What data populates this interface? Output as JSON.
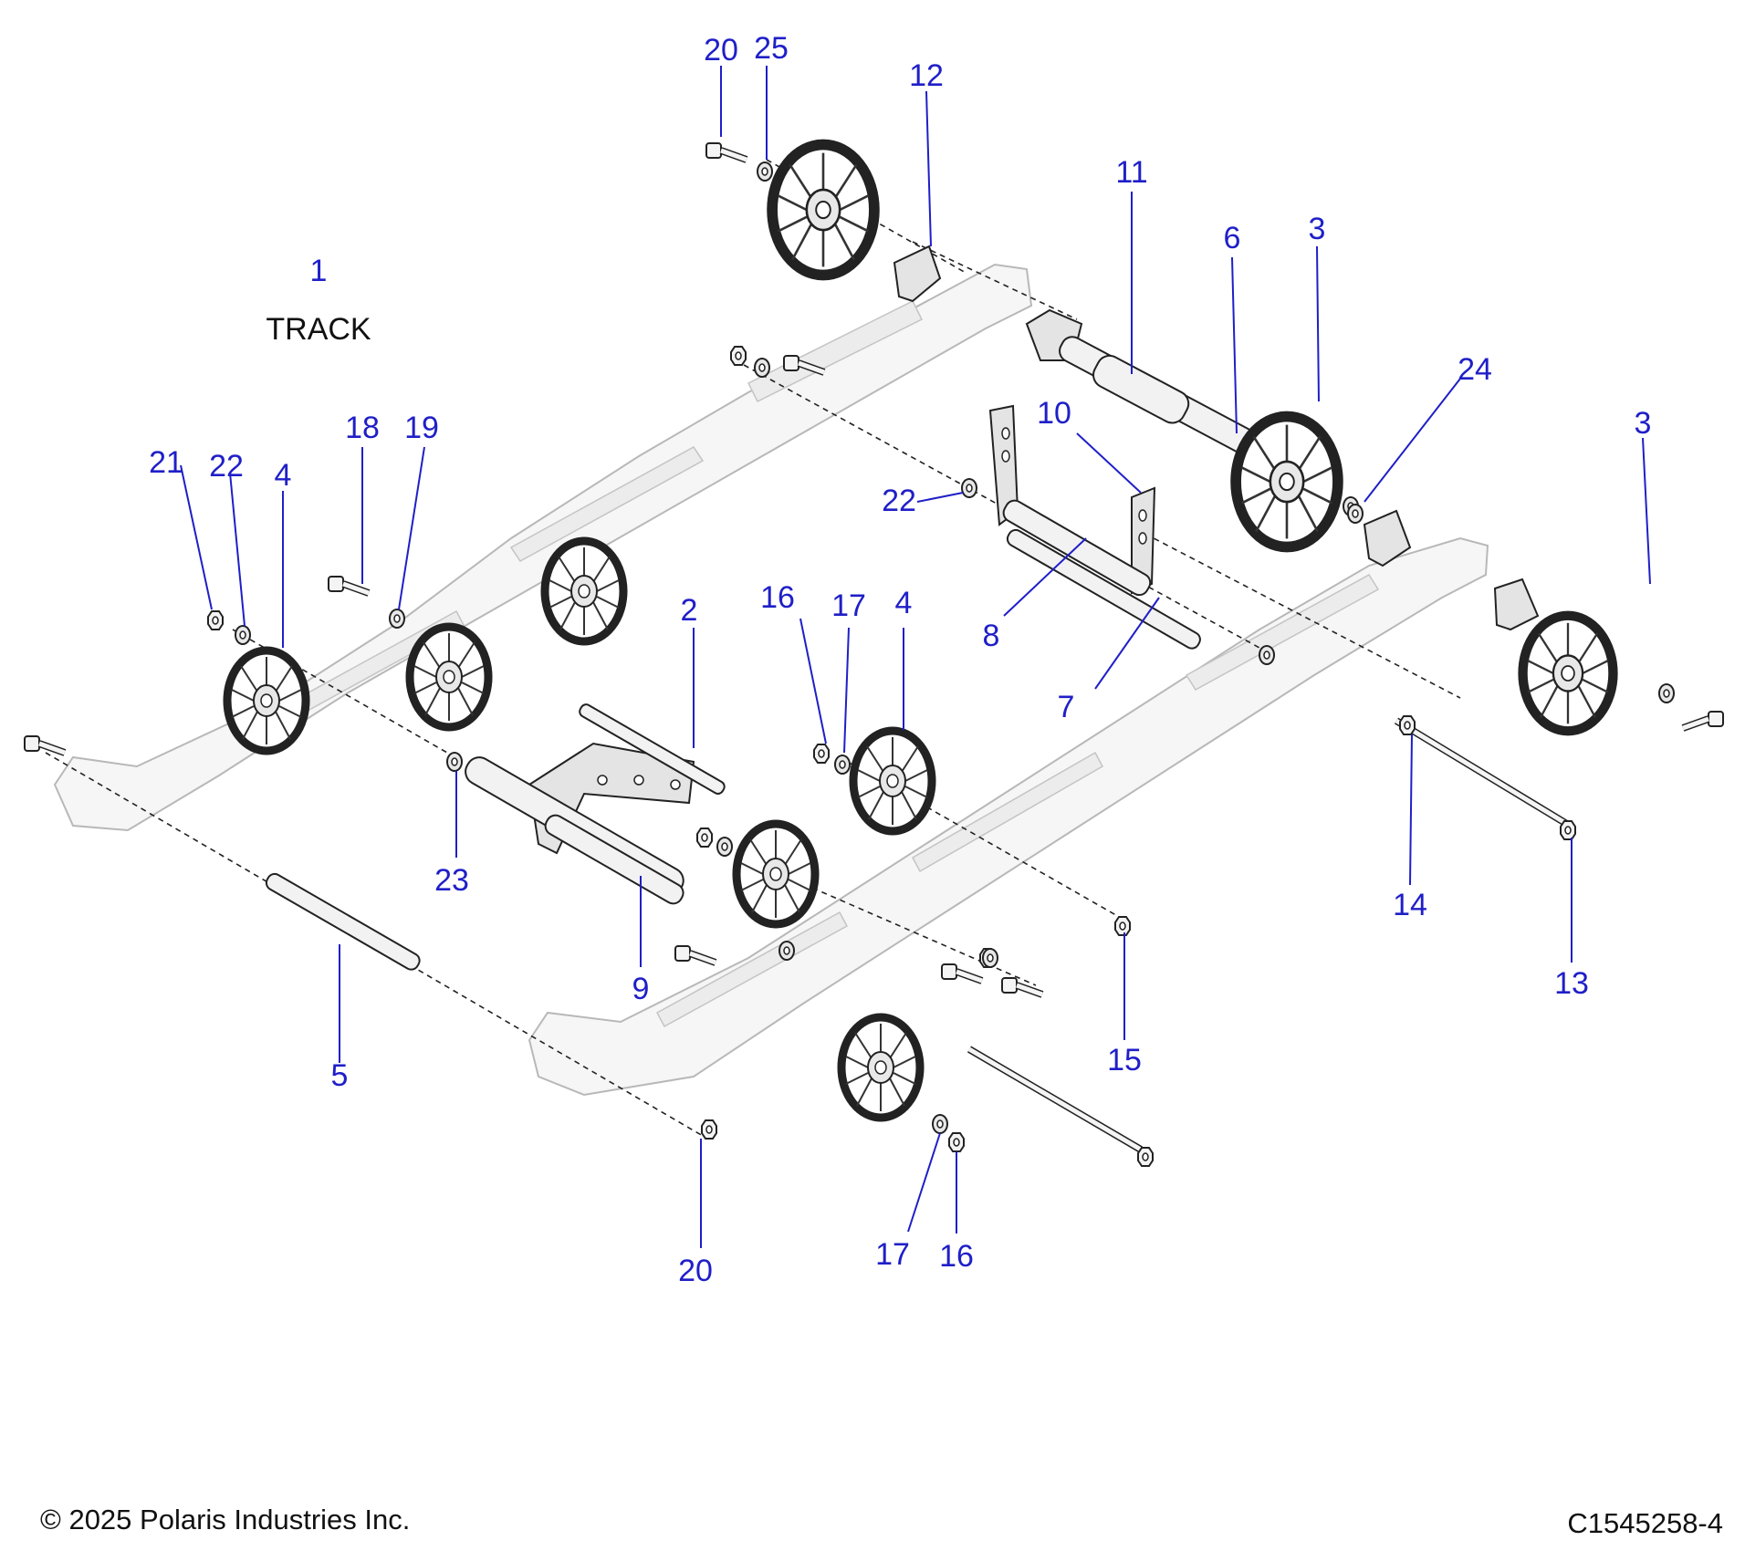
{
  "diagram": {
    "title_label": "TRACK",
    "callouts": [
      "1",
      "2",
      "3",
      "3",
      "4",
      "4",
      "5",
      "6",
      "7",
      "8",
      "9",
      "10",
      "11",
      "12",
      "13",
      "14",
      "15",
      "16",
      "16",
      "17",
      "17",
      "18",
      "19",
      "20",
      "20",
      "21",
      "22",
      "22",
      "23",
      "24",
      "25"
    ]
  },
  "labels": {
    "c1": "1",
    "track": "TRACK",
    "c2": "2",
    "c3a": "3",
    "c3b": "3",
    "c4a": "4",
    "c4b": "4",
    "c5": "5",
    "c6": "6",
    "c7": "7",
    "c8": "8",
    "c9": "9",
    "c10": "10",
    "c11": "11",
    "c12": "12",
    "c13": "13",
    "c14": "14",
    "c15": "15",
    "c16a": "16",
    "c16b": "16",
    "c17a": "17",
    "c17b": "17",
    "c18": "18",
    "c19": "19",
    "c20a": "20",
    "c20b": "20",
    "c21": "21",
    "c22a": "22",
    "c22b": "22",
    "c23": "23",
    "c24": "24",
    "c25": "25"
  },
  "footer": {
    "copyright": "© 2025 Polaris Industries Inc.",
    "part_number": "C1545258-4"
  },
  "colors": {
    "callout": "#1f1fc8",
    "line": "#222222",
    "rail": "#f6f6f6"
  }
}
